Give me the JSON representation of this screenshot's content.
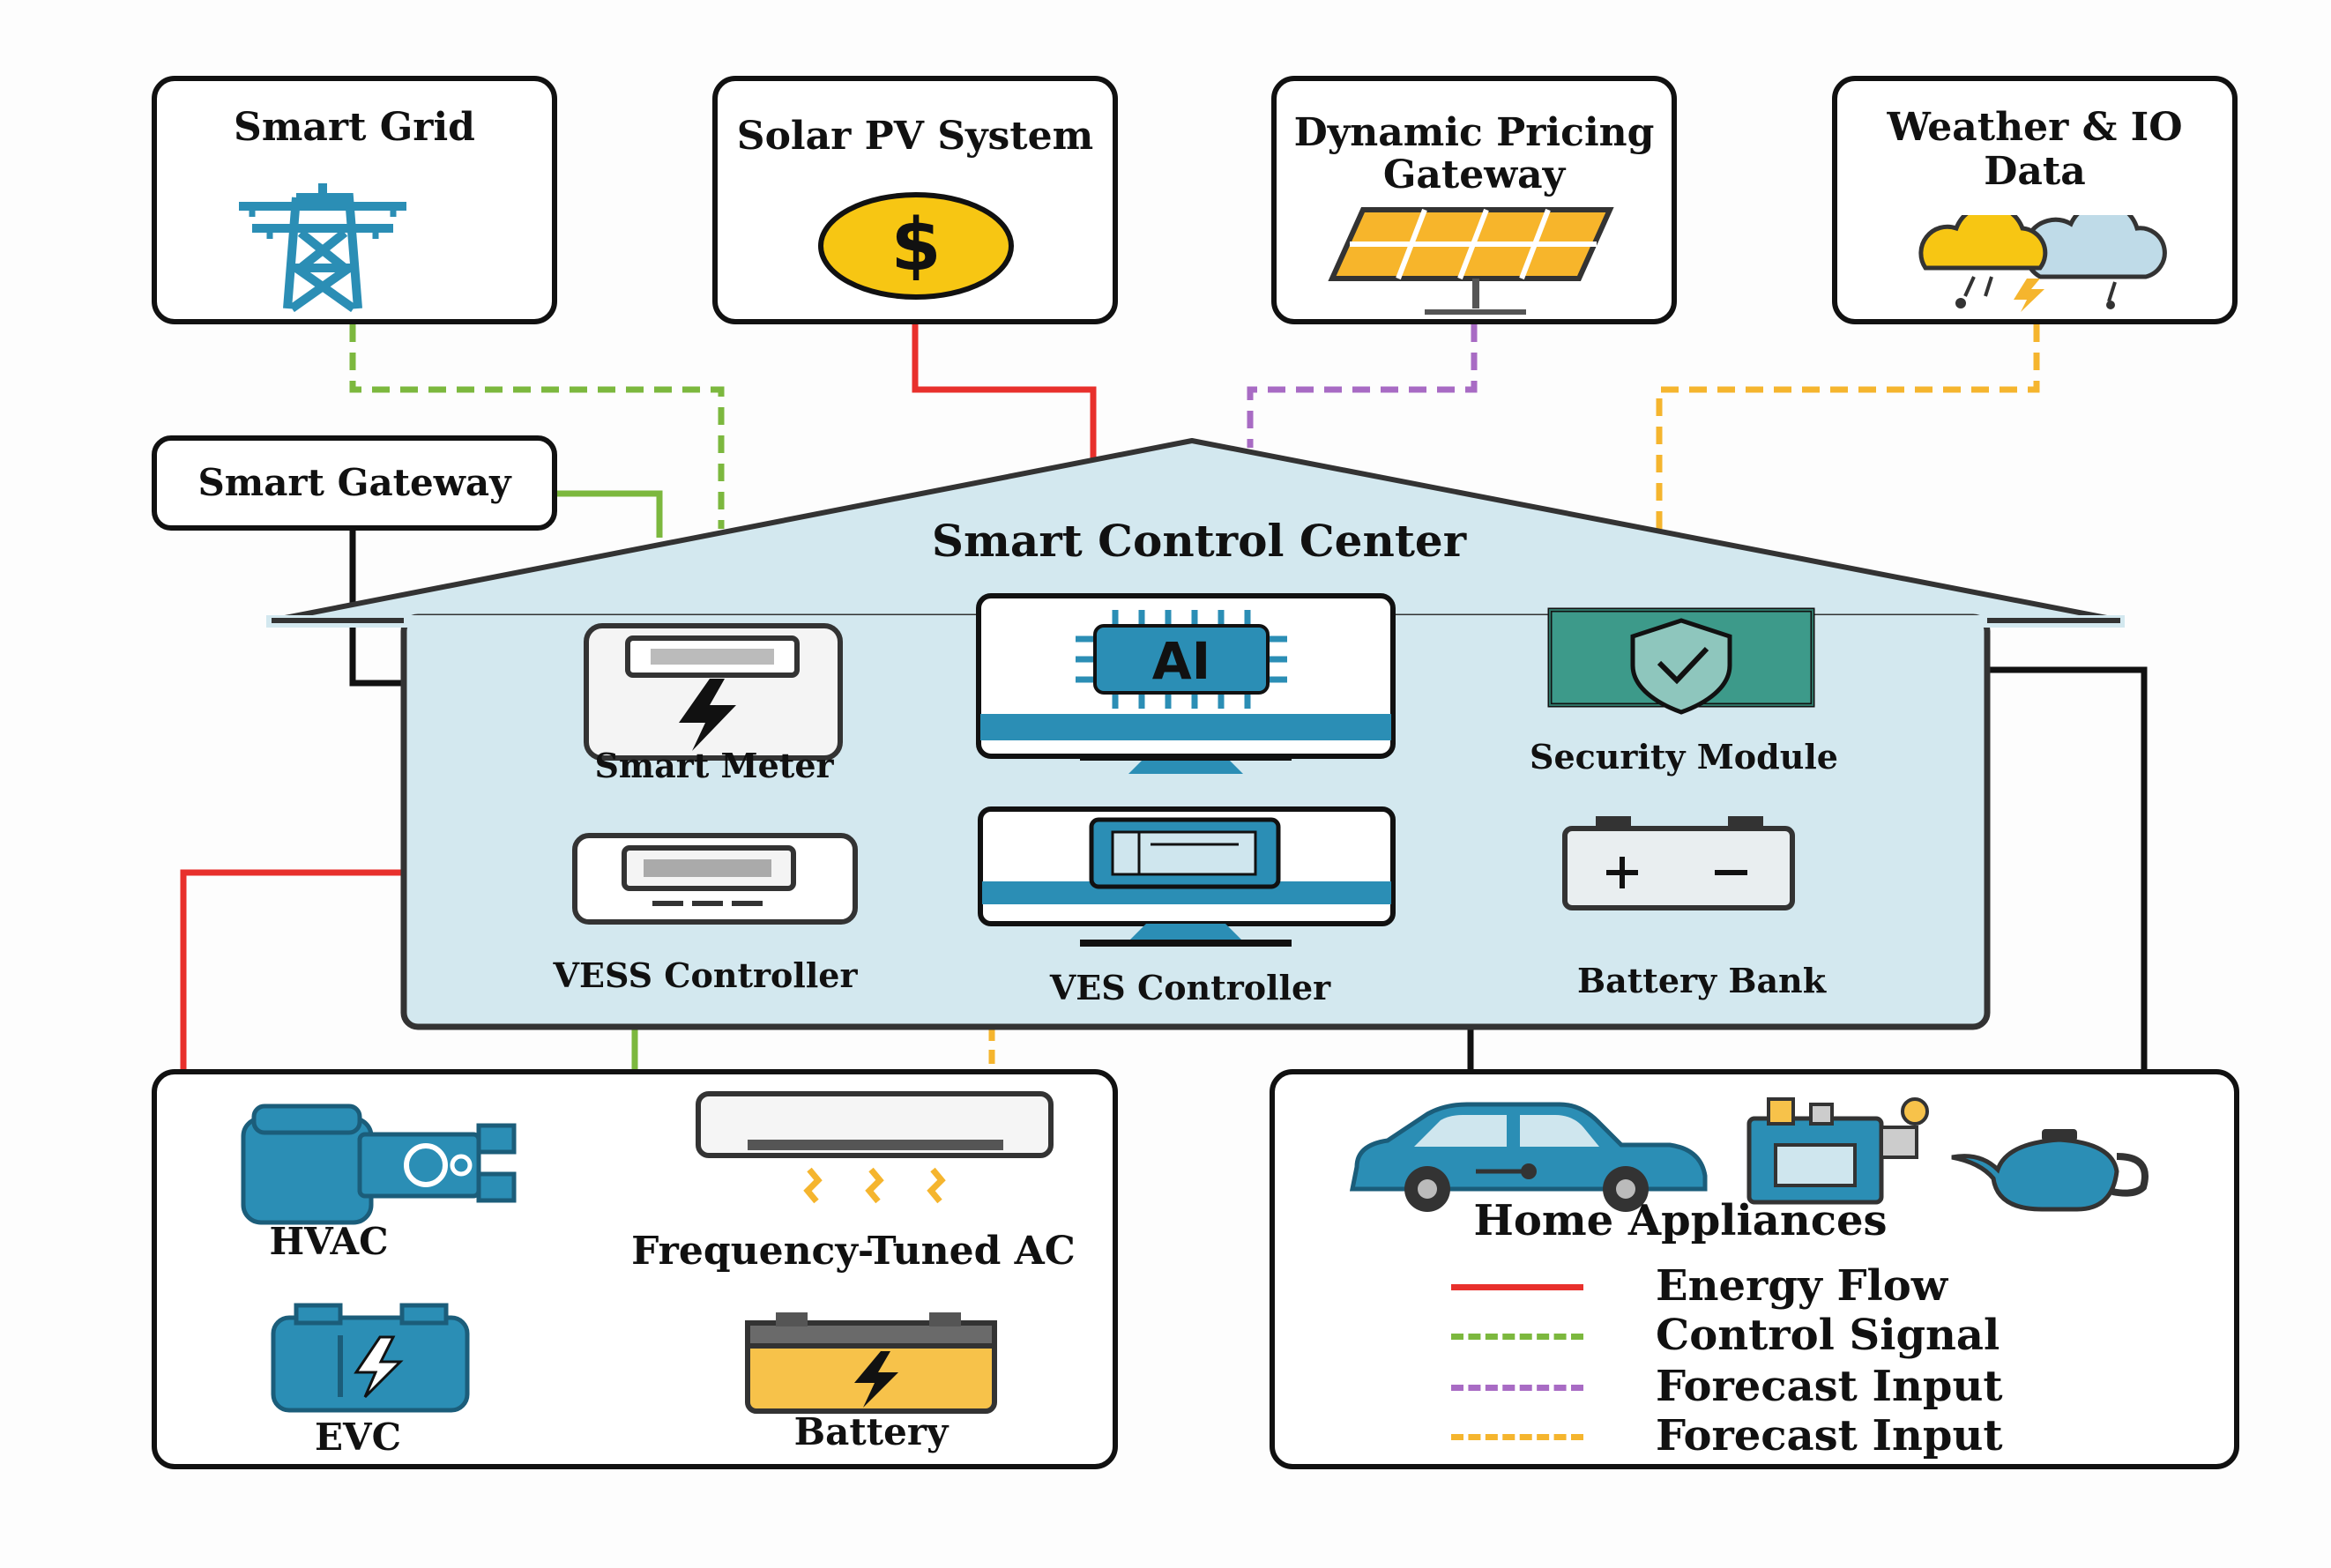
{
  "sources": {
    "smart_grid": "Smart Grid",
    "solar_pv": "Solar PV System",
    "pricing_title": "Dynamic Pricing",
    "pricing_subtitle": "Gateway",
    "weather_title": "Weather & IO",
    "weather_subtitle": "Data"
  },
  "gateway": "Smart Gateway",
  "control_center": {
    "title": "Smart Control Center",
    "modules": {
      "smart_meter": "Smart Meter",
      "ai_chip": "AI",
      "security_module": "Security Module",
      "vess_controller": "VESS Controller",
      "ves_controller": "VES Controller",
      "battery_bank": "Battery Bank"
    }
  },
  "loads": {
    "hvac": "HVAC",
    "frequency_tuned_ac": "Frequency-Tuned AC",
    "evc": "EVC",
    "battery": "Battery"
  },
  "appliances": {
    "title": "Home Appliances"
  },
  "legend": [
    {
      "label": "Energy Flow",
      "color": "#e8302c",
      "style": "solid"
    },
    {
      "label": "Control Signal",
      "color": "#7cb83e",
      "style": "dashed"
    },
    {
      "label": "Forecast Input",
      "color": "#a86bc4",
      "style": "dashed"
    },
    {
      "label": "Forecast Input",
      "color": "#f5b52e",
      "style": "dashed"
    }
  ],
  "colors": {
    "energy": "#e8302c",
    "control": "#7cb83e",
    "forecast_purple": "#a86bc4",
    "forecast_orange": "#f5b52e",
    "house_fill": "#d3e8ef",
    "icon_teal": "#2b8eb5"
  }
}
